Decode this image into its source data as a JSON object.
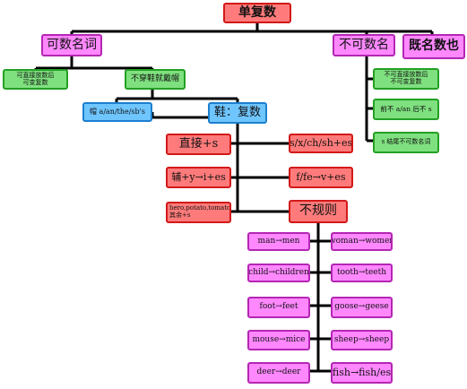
{
  "root": "单复数",
  "countable": "可数名词",
  "uncountable": "不可数名",
  "both": "既名数也",
  "countable_notes": {
    "left": "可直接放数后\n可变复数",
    "right": "不穿鞋就戴帽"
  },
  "hat": "帽 a/an/the/sb's",
  "shoe": "鞋：复数",
  "rules": {
    "direct": "直接+s",
    "sxchsh": "s/x/ch/sh+es",
    "consonant_y": "辅+y→i+es",
    "f_fe": "f/fe→v+es",
    "hero": "hero,potato,tomato+es 其余+s",
    "irregular": "不规则"
  },
  "irregular_pairs": [
    {
      "left": "man→men",
      "right": "woman→women"
    },
    {
      "left": "child→children",
      "right": "tooth→teeth"
    },
    {
      "left": "foot→feet",
      "right": "goose→geese"
    },
    {
      "left": "mouse→mice",
      "right": "sheep→sheep"
    },
    {
      "left": "deer→deer",
      "right": "fish→fish/es"
    }
  ],
  "uncountable_notes": [
    "不可直接放数后\n不可变复数",
    "前不 a/an 后不 s",
    "s 结尾不可数名词"
  ],
  "colors": {
    "red_fill": "#ff7b7b",
    "pink_fill": "#ff88ff",
    "green_fill": "#7fe07f",
    "blue_fill": "#6fc6ff",
    "line": "#000000"
  }
}
